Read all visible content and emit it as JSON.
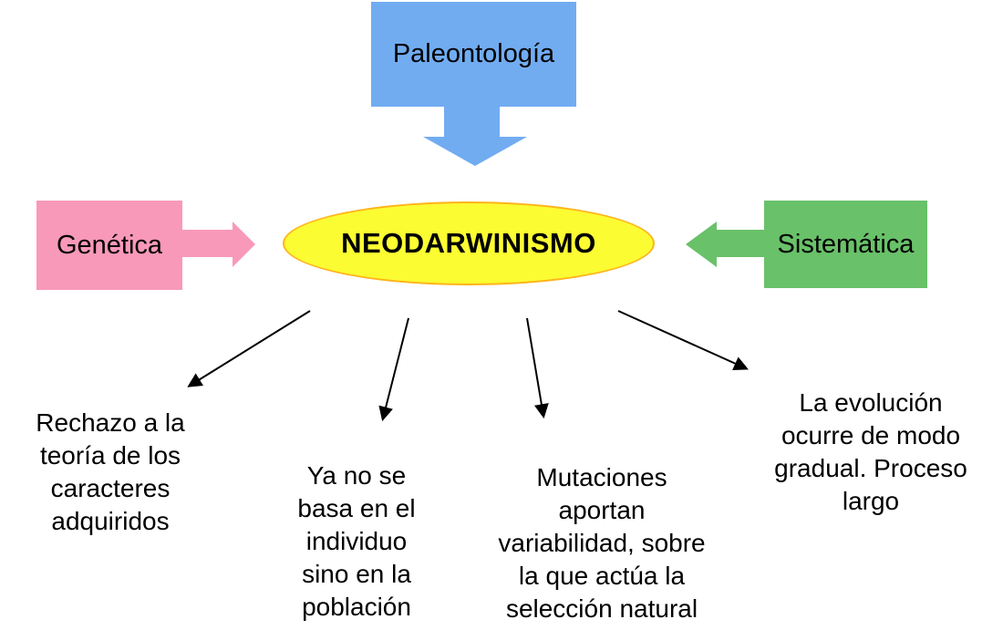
{
  "colors": {
    "blue": "#71ACF1",
    "pink": "#F999BA",
    "green": "#69C169",
    "yellow-fill": "#FCFC33",
    "yellow-border": "#FFB31A",
    "ink": "#000000"
  },
  "center": {
    "label": "NEODARWINISMO"
  },
  "sources": [
    {
      "label": "Paleontología"
    },
    {
      "label": "Genética"
    },
    {
      "label": "Sistemática"
    }
  ],
  "implications": [
    {
      "text": "Rechazo a la\nteoría de los\ncaracteres\nadquiridos"
    },
    {
      "text": "Ya no se\nbasa en el\nindividuo\nsino en la\npoblación"
    },
    {
      "text": "Mutaciones\naportan\nvariabilidad, sobre\nla que actúa la\nselección natural"
    },
    {
      "text": "La evolución\nocurre de modo\ngradual. Proceso\nlargo"
    }
  ]
}
